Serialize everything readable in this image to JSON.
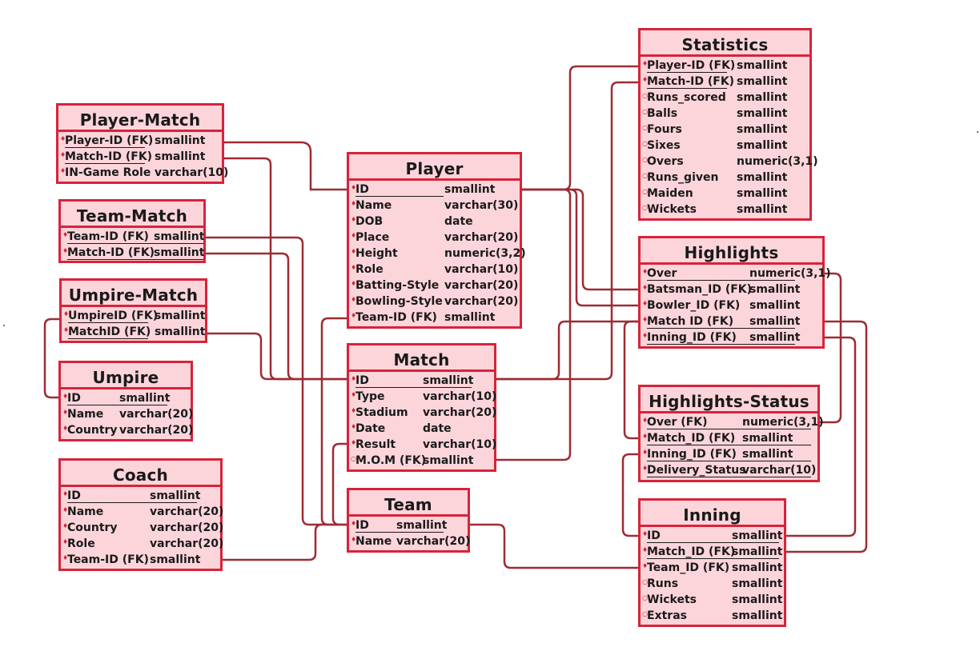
{
  "entities": {
    "statistics": {
      "title": "Statistics",
      "attributes": [
        {
          "name": "Player-ID (FK)",
          "type": "smallint",
          "key": true,
          "required": true
        },
        {
          "name": "Match-ID (FK)",
          "type": "smallint",
          "key": true,
          "required": true
        },
        {
          "name": "Runs_scored",
          "type": "smallint",
          "key": false,
          "required": false
        },
        {
          "name": "Balls",
          "type": "smallint",
          "key": false,
          "required": false
        },
        {
          "name": "Fours",
          "type": "smallint",
          "key": false,
          "required": false
        },
        {
          "name": "Sixes",
          "type": "smallint",
          "key": false,
          "required": false
        },
        {
          "name": "Overs",
          "type": "numeric(3,1)",
          "key": false,
          "required": false
        },
        {
          "name": "Runs_given",
          "type": "smallint",
          "key": false,
          "required": false
        },
        {
          "name": "Maiden",
          "type": "smallint",
          "key": false,
          "required": false
        },
        {
          "name": "Wickets",
          "type": "smallint",
          "key": false,
          "required": false
        }
      ]
    },
    "player_match": {
      "title": "Player-Match",
      "attributes": [
        {
          "name": "Player-ID (FK)",
          "type": "smallint",
          "key": true,
          "required": true
        },
        {
          "name": "Match-ID (FK)",
          "type": "smallint",
          "key": true,
          "required": true
        },
        {
          "name": "IN-Game Role",
          "type": "varchar(10)",
          "key": false,
          "required": true
        }
      ]
    },
    "player": {
      "title": "Player",
      "attributes": [
        {
          "name": "ID",
          "type": "smallint",
          "key": true,
          "required": true
        },
        {
          "name": "Name",
          "type": "varchar(30)",
          "key": false,
          "required": true
        },
        {
          "name": "DOB",
          "type": "date",
          "key": false,
          "required": true
        },
        {
          "name": "Place",
          "type": "varchar(20)",
          "key": false,
          "required": true
        },
        {
          "name": "Height",
          "type": "numeric(3,2)",
          "key": false,
          "required": true
        },
        {
          "name": "Role",
          "type": "varchar(10)",
          "key": false,
          "required": true
        },
        {
          "name": "Batting-Style",
          "type": "varchar(20)",
          "key": false,
          "required": true
        },
        {
          "name": "Bowling-Style",
          "type": "varchar(20)",
          "key": false,
          "required": true
        },
        {
          "name": "Team-ID (FK)",
          "type": "smallint",
          "key": false,
          "required": true
        }
      ]
    },
    "team_match": {
      "title": "Team-Match",
      "attributes": [
        {
          "name": "Team-ID (FK)",
          "type": "smallint",
          "key": true,
          "required": true
        },
        {
          "name": "Match-ID (FK)",
          "type": "smallint",
          "key": true,
          "required": true
        }
      ]
    },
    "highlights": {
      "title": "Highlights",
      "attributes": [
        {
          "name": "Over",
          "type": "numeric(3,1)",
          "key": true,
          "required": true
        },
        {
          "name": "Batsman_ID (FK)",
          "type": "smallint",
          "key": false,
          "required": true
        },
        {
          "name": "Bowler_ID (FK)",
          "type": "smallint",
          "key": false,
          "required": true
        },
        {
          "name": "Match ID (FK)",
          "type": "smallint",
          "key": true,
          "required": true
        },
        {
          "name": "Inning_ID (FK)",
          "type": "smallint",
          "key": true,
          "required": true
        }
      ]
    },
    "umpire_match": {
      "title": "Umpire-Match",
      "attributes": [
        {
          "name": "UmpireID (FK)",
          "type": "smallint",
          "key": true,
          "required": true
        },
        {
          "name": "MatchID (FK)",
          "type": "smallint",
          "key": true,
          "required": true
        }
      ]
    },
    "match": {
      "title": "Match",
      "attributes": [
        {
          "name": "ID",
          "type": "smallint",
          "key": true,
          "required": true
        },
        {
          "name": "Type",
          "type": "varchar(10)",
          "key": false,
          "required": true
        },
        {
          "name": "Stadium",
          "type": "varchar(20)",
          "key": false,
          "required": true
        },
        {
          "name": "Date",
          "type": "date",
          "key": false,
          "required": true
        },
        {
          "name": "Result",
          "type": "varchar(10)",
          "key": false,
          "required": true
        },
        {
          "name": "M.O.M (FK)",
          "type": "smallint",
          "key": false,
          "required": false
        }
      ]
    },
    "umpire": {
      "title": "Umpire",
      "attributes": [
        {
          "name": "ID",
          "type": "smallint",
          "key": true,
          "required": true
        },
        {
          "name": "Name",
          "type": "varchar(20)",
          "key": false,
          "required": true
        },
        {
          "name": "Country",
          "type": "varchar(20)",
          "key": false,
          "required": true
        }
      ]
    },
    "highlights_status": {
      "title": "Highlights-Status",
      "attributes": [
        {
          "name": "Over (FK)",
          "type": "numeric(3,1)",
          "key": true,
          "required": true
        },
        {
          "name": "Match_ID (FK)",
          "type": "smallint",
          "key": true,
          "required": true
        },
        {
          "name": "Inning_ID (FK)",
          "type": "smallint",
          "key": true,
          "required": true
        },
        {
          "name": "Delivery_Status",
          "type": "varchar(10)",
          "key": true,
          "required": true
        }
      ]
    },
    "coach": {
      "title": "Coach",
      "attributes": [
        {
          "name": "ID",
          "type": "smallint",
          "key": true,
          "required": true
        },
        {
          "name": "Name",
          "type": "varchar(20)",
          "key": false,
          "required": true
        },
        {
          "name": "Country",
          "type": "varchar(20)",
          "key": false,
          "required": true
        },
        {
          "name": "Role",
          "type": "varchar(20)",
          "key": false,
          "required": true
        },
        {
          "name": "Team-ID (FK)",
          "type": "smallint",
          "key": false,
          "required": true
        }
      ]
    },
    "team": {
      "title": "Team",
      "attributes": [
        {
          "name": "ID",
          "type": "smallint",
          "key": true,
          "required": true
        },
        {
          "name": "Name",
          "type": "varchar(20)",
          "key": false,
          "required": true
        }
      ]
    },
    "inning": {
      "title": "Inning",
      "attributes": [
        {
          "name": "ID",
          "type": "smallint",
          "key": true,
          "required": true
        },
        {
          "name": "Match_ID (FK)",
          "type": "smallint",
          "key": true,
          "required": true
        },
        {
          "name": "Team_ID (FK)",
          "type": "smallint",
          "key": false,
          "required": true
        },
        {
          "name": "Runs",
          "type": "smallint",
          "key": false,
          "required": false
        },
        {
          "name": "Wickets",
          "type": "smallint",
          "key": false,
          "required": false
        },
        {
          "name": "Extras",
          "type": "smallint",
          "key": false,
          "required": false
        }
      ]
    }
  },
  "colors": {
    "entity_border": "#d8233a",
    "entity_fill": "#fcd5db",
    "connector": "#9e2b33",
    "text": "#1a1a1a"
  }
}
